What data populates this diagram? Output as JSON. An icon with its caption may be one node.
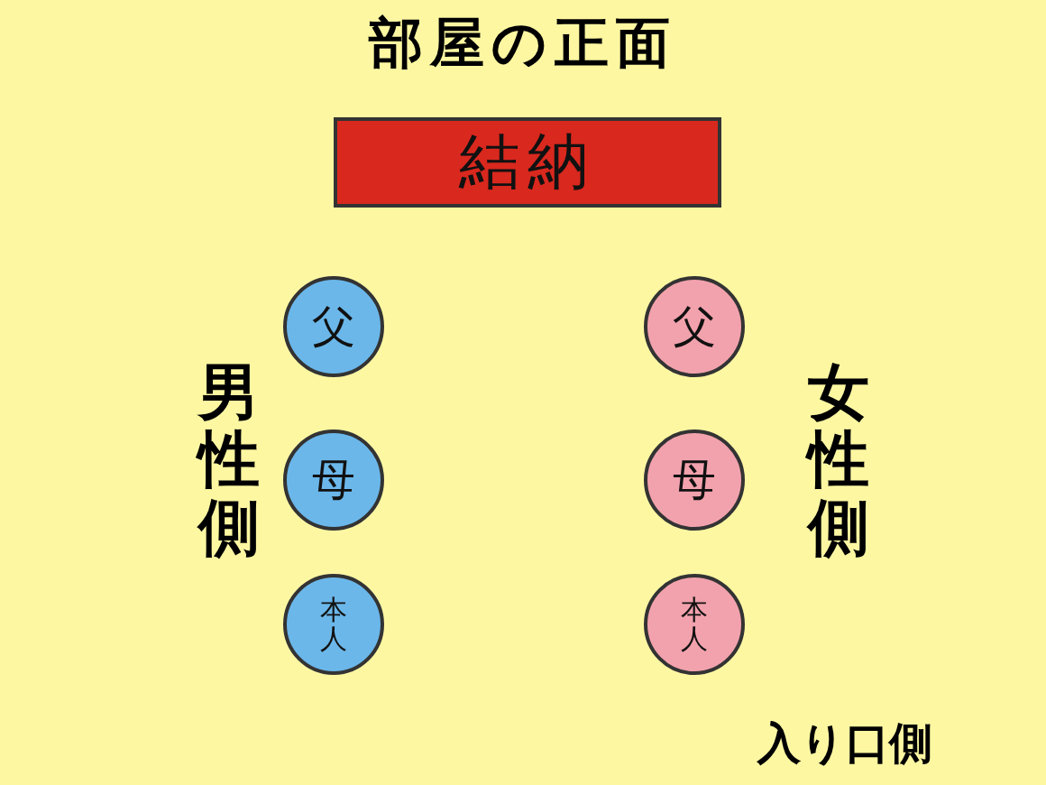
{
  "diagram": {
    "title": "部屋の正面",
    "nodes": [
      {
        "text": [
          "結納"
        ]
      },
      {
        "text": [
          "父"
        ]
      },
      {
        "text": [
          "母"
        ]
      },
      {
        "text": [
          "本人"
        ]
      },
      {
        "text": [
          "父"
        ]
      },
      {
        "text": [
          "母"
        ]
      },
      {
        "text": [
          "本人"
        ]
      }
    ],
    "labels": [
      "男性側",
      "女性側",
      "入り口側"
    ]
  }
}
